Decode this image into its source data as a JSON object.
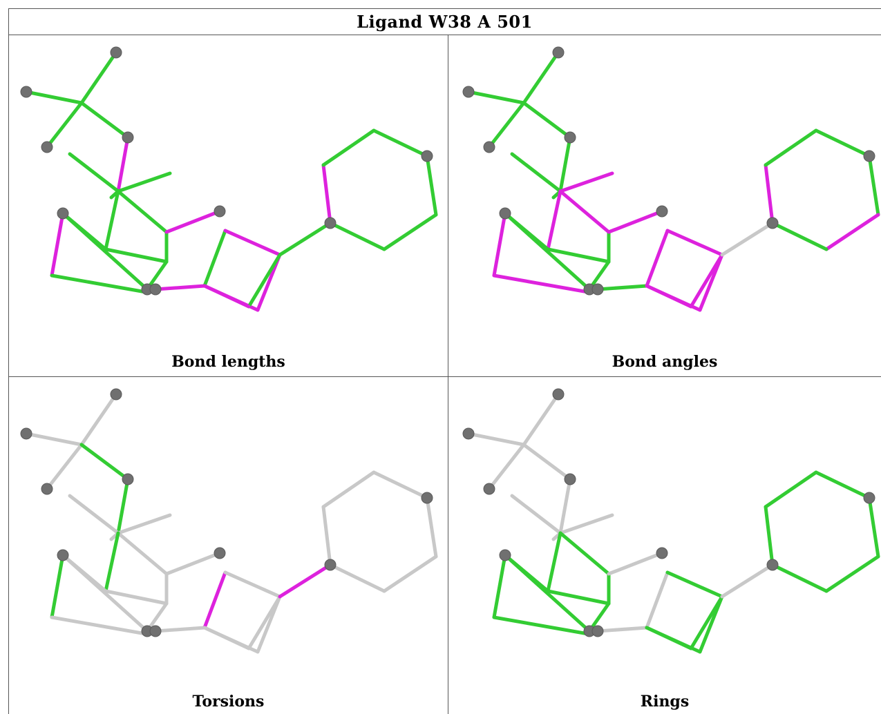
{
  "title": "Ligand W38 A 501",
  "colors": {
    "ok": "#33cc33",
    "outlier": "#dd22dd",
    "neutral": "#c8c8c8",
    "atom": "#707070"
  },
  "panels": [
    {
      "caption": "Bond lengths"
    },
    {
      "caption": "Bond angles"
    },
    {
      "caption": "Torsions"
    },
    {
      "caption": "Rings"
    }
  ]
}
